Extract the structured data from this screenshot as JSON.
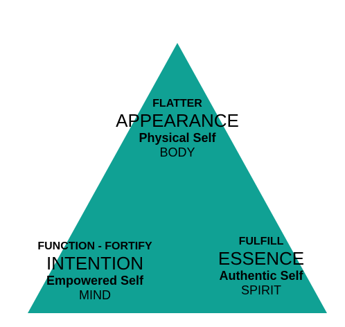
{
  "colors": {
    "triangle": "#10A194",
    "background": "#FFFFFF",
    "text": "#000000"
  },
  "top": {
    "verb": "FLATTER",
    "word": "APPEARANCE",
    "self": "Physical Self",
    "realm": "BODY"
  },
  "bottom_left": {
    "verb": "FUNCTION - FORTIFY",
    "word": "INTENTION",
    "self": "Empowered Self",
    "realm": "MIND"
  },
  "bottom_right": {
    "verb": "FULFILL",
    "word": "ESSENCE",
    "self": "Authentic Self",
    "realm": "SPIRIT"
  }
}
